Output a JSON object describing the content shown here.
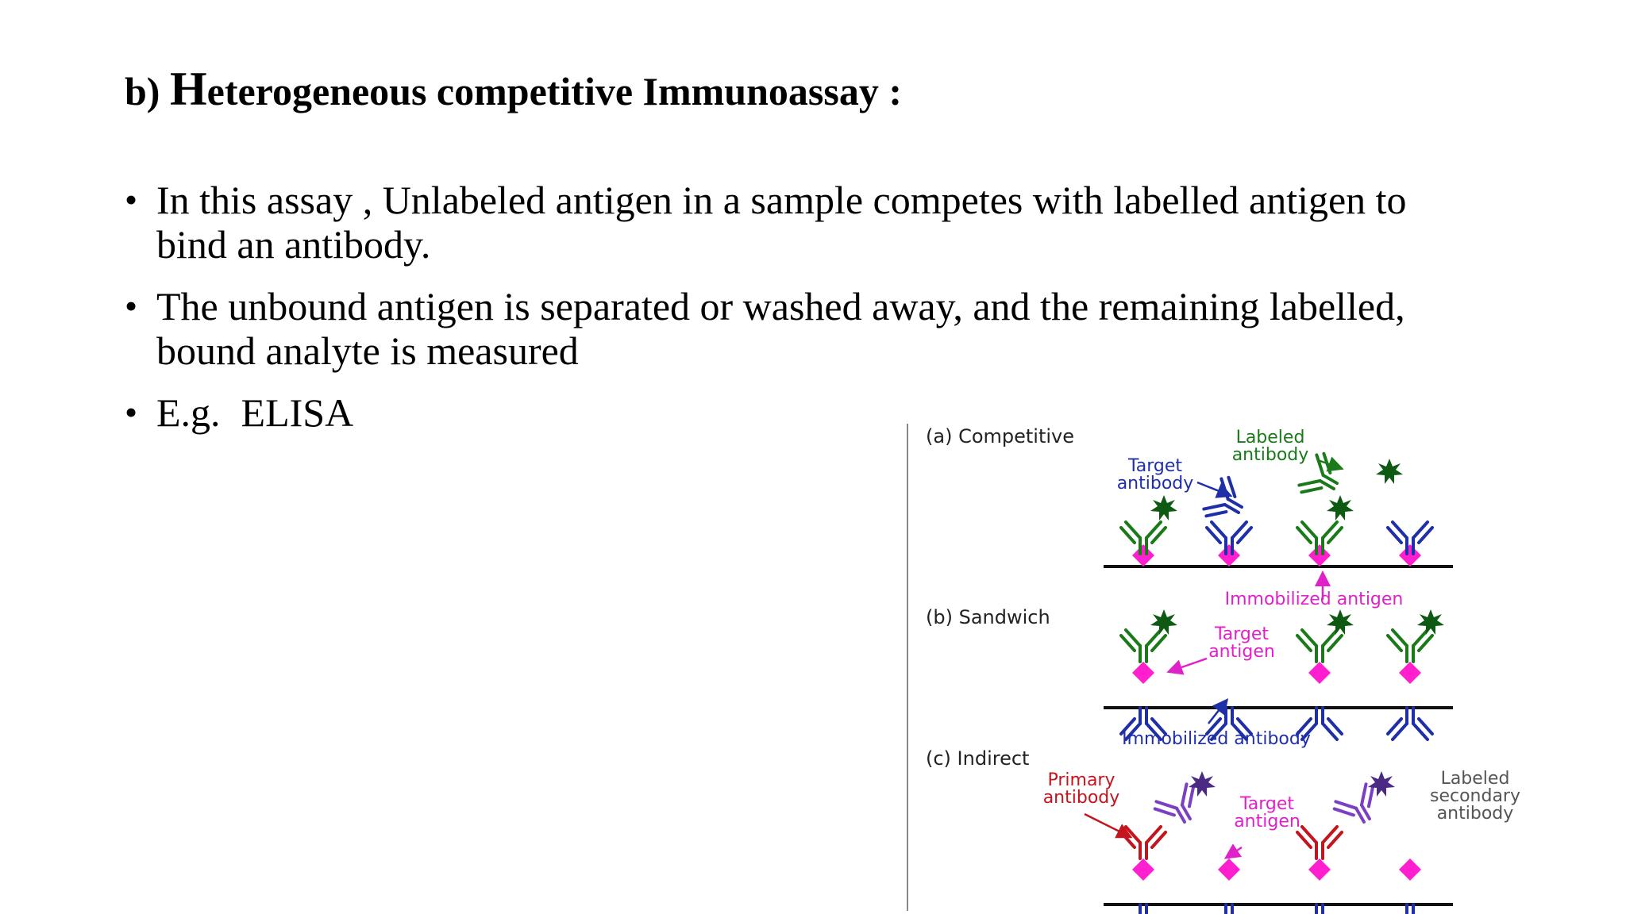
{
  "title": {
    "prefix": "b) ",
    "big_letter": "H",
    "rest": "eterogeneous competitive Immunoassay :"
  },
  "bullets": [
    {
      "text": "In this assay , Unlabeled antigen in a sample competes with labelled antigen to bind an antibody."
    },
    {
      "text": "The unbound antigen is separated or washed away, and the remaining labelled, bound analyte is measured"
    },
    {
      "label": "E.g.",
      "value": "ELISA"
    }
  ],
  "figure": {
    "panel_a": {
      "title": "(a) Competitive",
      "labeled_antibody": [
        "Labeled",
        "antibody"
      ],
      "target_antibody": [
        "Target",
        "antibody"
      ],
      "immobilized_antigen": "Immobilized antigen"
    },
    "panel_b": {
      "title": "(b) Sandwich",
      "target_antigen": [
        "Target",
        "antigen"
      ],
      "immobilized_antibody": "Immobilized antibody"
    },
    "panel_c": {
      "title": "(c) Indirect",
      "primary_antibody": [
        "Primary",
        "antibody"
      ],
      "target_antigen": [
        "Target",
        "antigen"
      ],
      "labeled_secondary_antibody": [
        "Labeled",
        "secondary",
        "antibody"
      ]
    },
    "colors": {
      "green": "#1a7a1a",
      "blue": "#1f2fa8",
      "magenta": "#ff1fcf",
      "red": "#c4141e",
      "purple": "#7a3fc4",
      "dark_green_star": "#0f5a12",
      "purple_star": "#4b2a86",
      "label_magenta": "#e020c8",
      "label_red": "#c4141e",
      "label_gray": "#555555"
    }
  }
}
